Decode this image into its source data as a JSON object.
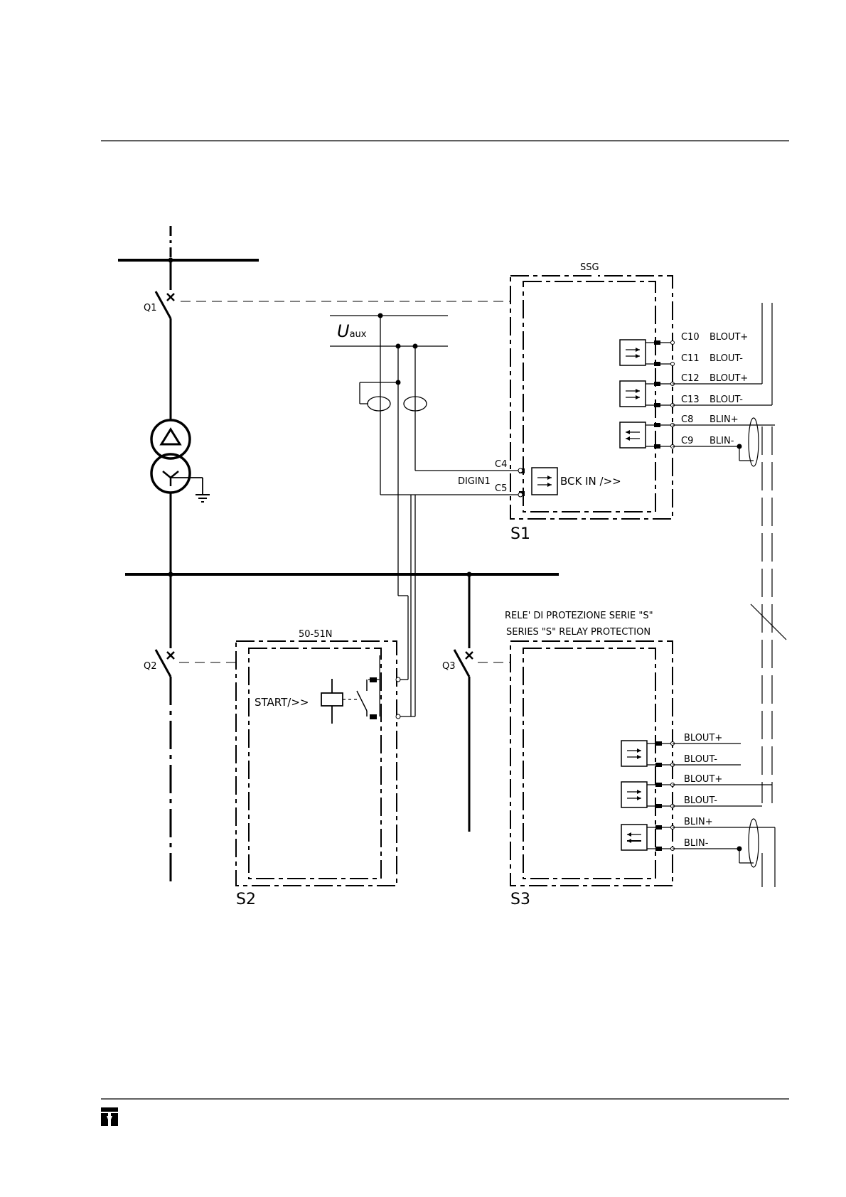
{
  "diagram": {
    "breakers": {
      "q1": "Q1",
      "q2": "Q2",
      "q3": "Q3"
    },
    "aux_supply": {
      "symbol": "U",
      "subscript": "aux"
    },
    "relays": {
      "s1": {
        "name": "S1",
        "code": "SSG",
        "digital_input": "DIGIN1",
        "input_terminals": [
          "C4",
          "C5"
        ],
        "input_function": "BCK IN />>",
        "terminals": [
          {
            "id": "C10",
            "signal": "BLOUT+"
          },
          {
            "id": "C11",
            "signal": "BLOUT-"
          },
          {
            "id": "C12",
            "signal": "BLOUT+"
          },
          {
            "id": "C13",
            "signal": "BLOUT-"
          },
          {
            "id": "C8",
            "signal": "BLIN+"
          },
          {
            "id": "C9",
            "signal": "BLIN-"
          }
        ]
      },
      "s2": {
        "name": "S2",
        "code": "50-51N",
        "function": "START/>>"
      },
      "s3": {
        "name": "S3",
        "title_it": "RELE' DI PROTEZIONE SERIE \"S\"",
        "title_en": "SERIES \"S\" RELAY PROTECTION",
        "terminals": [
          {
            "signal": "BLOUT+"
          },
          {
            "signal": "BLOUT-"
          },
          {
            "signal": "BLOUT+"
          },
          {
            "signal": "BLOUT-"
          },
          {
            "signal": "BLIN+"
          },
          {
            "signal": "BLIN-"
          }
        ]
      }
    }
  },
  "footer": {
    "logo": "company-logo"
  }
}
